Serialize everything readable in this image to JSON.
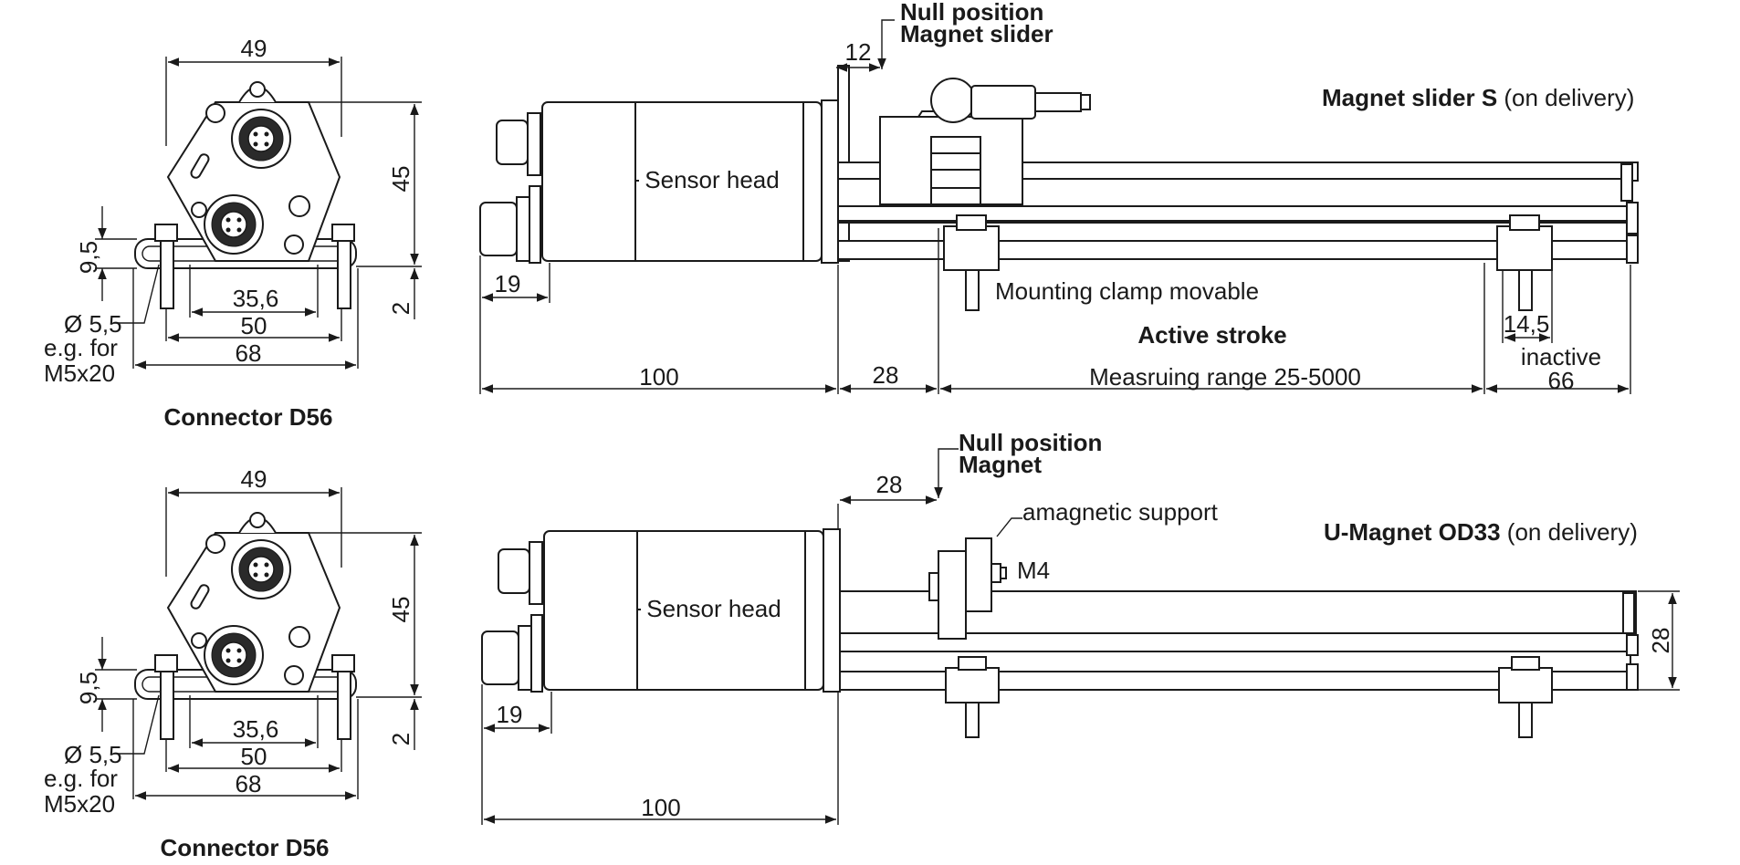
{
  "top": {
    "front": {
      "dim_width_top": "49",
      "dim_height": "45",
      "dim_9_5": "9,5",
      "dim_2": "2",
      "dim_35_6": "35,6",
      "dim_50": "50",
      "dim_68": "68",
      "hole_line1": "Ø 5,5",
      "hole_line2": "e.g. for",
      "hole_line3": "M5x20",
      "caption": "Connector D56"
    },
    "side": {
      "null_line1": "Null position",
      "null_line2": "Magnet slider",
      "dim_12": "12",
      "sensor_head": "Sensor head",
      "title_bold": "Magnet slider S",
      "title_normal": " (on delivery)",
      "dim_19": "19",
      "mounting_clamp": "Mounting clamp movable",
      "active_stroke": "Active stroke",
      "dim_14_5": "14,5",
      "inactive": "inactive",
      "dim_100": "100",
      "dim_28": "28",
      "measuring_range": "Measruing range 25-5000",
      "dim_66": "66"
    }
  },
  "bottom": {
    "front": {
      "dim_width_top": "49",
      "dim_height": "45",
      "dim_9_5": "9,5",
      "dim_2": "2",
      "dim_35_6": "35,6",
      "dim_50": "50",
      "dim_68": "68",
      "hole_line1": "Ø 5,5",
      "hole_line2": "e.g. for",
      "hole_line3": "M5x20",
      "caption": "Connector D56"
    },
    "side": {
      "null_line1": "Null position",
      "null_line2": "Magnet",
      "dim_28_top": "28",
      "amagnetic": "amagnetic support",
      "title_bold": "U-Magnet OD33",
      "title_normal": " (on delivery)",
      "m4": "M4",
      "sensor_head": "Sensor head",
      "dim_28_right": "28",
      "dim_19": "19",
      "dim_100": "100"
    }
  }
}
